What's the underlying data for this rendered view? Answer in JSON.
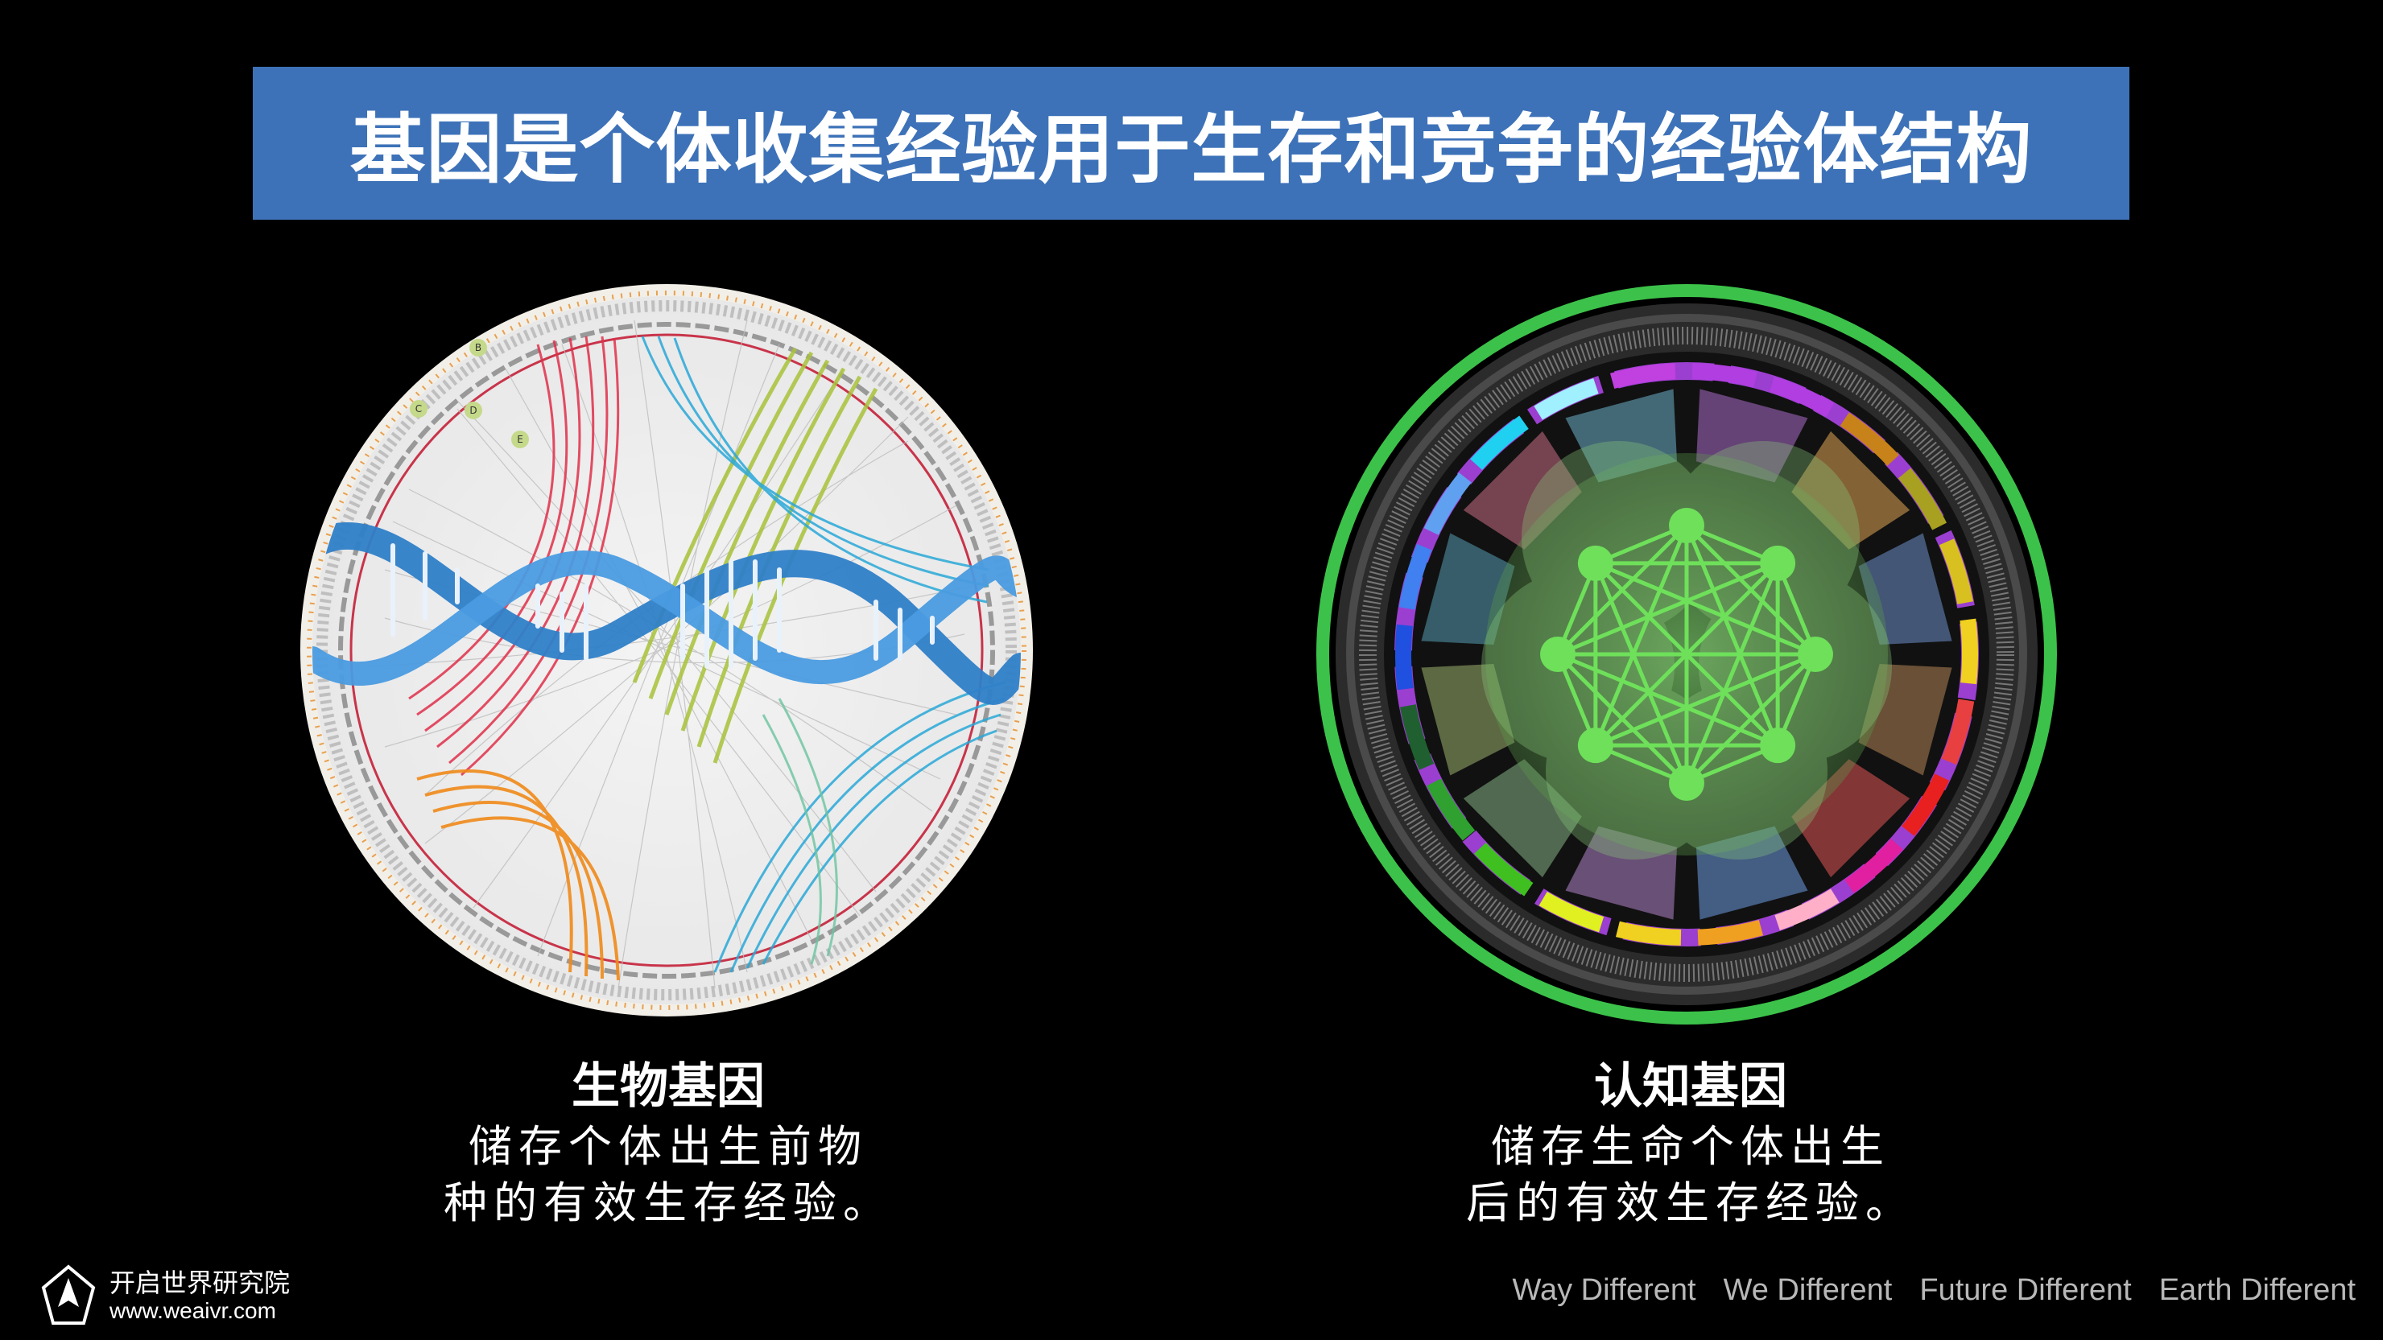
{
  "header": {
    "title": "基因是个体收集经验用于生存和竞争的经验体结构"
  },
  "left_panel": {
    "figure_icon": "circos-genome-dna-icon",
    "figure_labels": [
      "B",
      "C",
      "D",
      "E"
    ],
    "caption_title": "生物基因",
    "caption_line1": "储存个体出生前物",
    "caption_line2": "种的有效生存经验。"
  },
  "right_panel": {
    "figure_icon": "cognitive-network-wheel-icon",
    "caption_title": "认知基因",
    "caption_line1": "储存生命个体出生",
    "caption_line2": "后的有效生存经验。"
  },
  "footer": {
    "logo_icon": "arrow-logo-icon",
    "logo_name": "开启世界研究院",
    "logo_url": "www.weaivr.com",
    "slogans": [
      "Way Different",
      "We Different",
      "Future Different",
      "Earth Different"
    ]
  },
  "colors": {
    "title_bar": "#3d72b8",
    "background": "#000000",
    "ring_green": "#3cc24a",
    "dna_blue": "#3a8fd8"
  }
}
